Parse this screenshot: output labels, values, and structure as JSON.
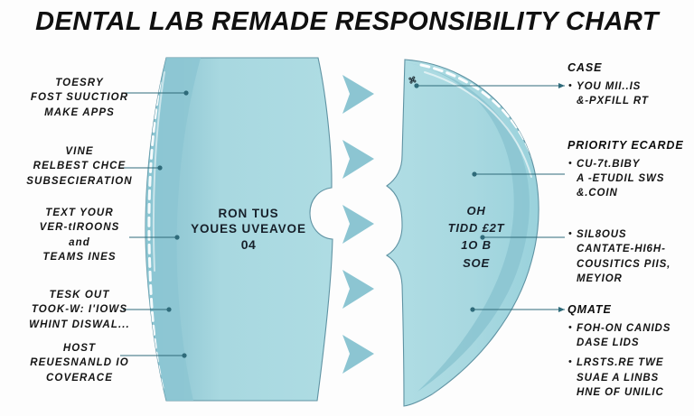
{
  "title": "DENTAL LAB REMADE RESPONSIBILITY CHART",
  "colors": {
    "shape_fill": "#a8d8e0",
    "shape_shade": "#8cc5d2",
    "shape_stroke": "#5f93a3",
    "arrow_fill": "#8cc5d2",
    "leader_line": "#2f6b7a",
    "text": "#141414",
    "background": "#fdfdfd"
  },
  "left_shape": {
    "caption_line1": "RON TUS",
    "caption_line2": "YOUES UVEAVOE",
    "caption_line3": "04"
  },
  "right_shape": {
    "caption_line1": "OH",
    "caption_line2": "TIDD £2T",
    "caption_line3": "1O B",
    "caption_line4": "SOE",
    "mark_glyph": "⌘"
  },
  "arrows": {
    "count": 5,
    "direction": "right",
    "label": "chevron-arrow"
  },
  "left_annotations": [
    {
      "id": "annot-left-1",
      "lines": [
        "TOESRY",
        "FOST SUUCTIOR",
        "MAKE APPS"
      ]
    },
    {
      "id": "annot-left-2",
      "lines": [
        "VINE",
        "RELBEST CHCE",
        "SUBSECIERATION"
      ]
    },
    {
      "id": "annot-left-3",
      "lines": [
        "TEXT YOUR",
        "VER-tIROONS",
        "and",
        "TEAMS INES"
      ]
    },
    {
      "id": "annot-left-4",
      "lines": [
        "TESK  OUT",
        "TOOK-W: I'IOWS",
        "WHINT DISWAL..."
      ]
    },
    {
      "id": "annot-left-5",
      "lines": [
        "HOST",
        "REUESNANLD IO",
        "COVERACE"
      ]
    }
  ],
  "right_annotations": [
    {
      "id": "annot-right-1",
      "heading": "CASE",
      "bullets": [
        {
          "lines": [
            "YOU MII..IS",
            "&-PXFILL RT"
          ]
        }
      ]
    },
    {
      "id": "annot-right-2",
      "heading": "PRIORITY ECARDE",
      "bullets": [
        {
          "lines": [
            "CU-7t.BIBY",
            "A -ETUDIL SWS",
            "&.COIN"
          ]
        }
      ]
    },
    {
      "id": "annot-right-3",
      "heading": "",
      "bullets": [
        {
          "lines": [
            "SIL8OUS",
            "CANTATE-HI6H-",
            "COUSITICS PIIS,",
            "MEYIOR"
          ]
        }
      ]
    },
    {
      "id": "annot-right-4",
      "heading": "QMATE",
      "bullets": [
        {
          "lines": [
            "FOH-ON CANIDS",
            "DASE LIDS"
          ]
        },
        {
          "lines": [
            "LRSTS.RE TWE",
            "SUAE A LINBS",
            "HNE OF UNILIC"
          ]
        }
      ]
    }
  ]
}
